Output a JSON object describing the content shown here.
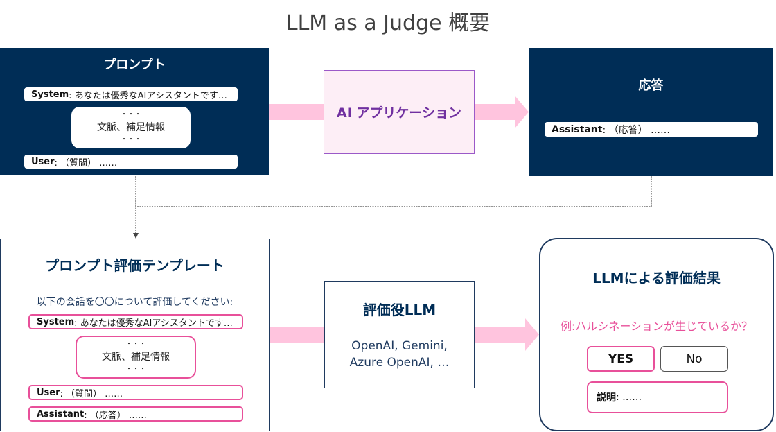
{
  "title": "LLM as a Judge 概要",
  "prompt_panel": {
    "title": "プロンプト",
    "system_label": "System",
    "system_text": ": あなたは優秀なAIアシスタントです…",
    "context_dots_top": "・・・",
    "context_text": "文脈、補足情報",
    "context_dots_bottom": "・・・",
    "user_label": "User",
    "user_text": ": （質問） ……"
  },
  "ai_app": {
    "label": "AI アプリケーション"
  },
  "response_panel": {
    "title": "応答",
    "assistant_label": "Assistant",
    "assistant_text": ": （応答） ……"
  },
  "template_panel": {
    "title": "プロンプト評価テンプレート",
    "instruction": "以下の会話を〇〇について評価してください:",
    "system_label": "System",
    "system_text": ": あなたは優秀なAIアシスタントです…",
    "context_dots_top": "・・・",
    "context_text": "文脈、補足情報",
    "context_dots_bottom": "・・・",
    "user_label": "User",
    "user_text": ": （質問） ……",
    "assistant_label": "Assistant",
    "assistant_text": ": （応答） ……"
  },
  "judge_llm": {
    "title": "評価役LLM",
    "providers_line1": "OpenAI, Gemini,",
    "providers_line2": "Azure OpenAI, …"
  },
  "result_panel": {
    "title": "LLMによる評価結果",
    "question": "例:ハルシネーションが生じているか？",
    "yes_label": "YES",
    "no_label": "No",
    "explanation_label": "説明",
    "explanation_text": ": ……"
  },
  "colors": {
    "navy": "#002D56",
    "pink_arrow": "#FFC4DE",
    "pink_border": "#E8509A",
    "purple": "#7030A0",
    "ai_app_fill": "#FDEEF6"
  }
}
